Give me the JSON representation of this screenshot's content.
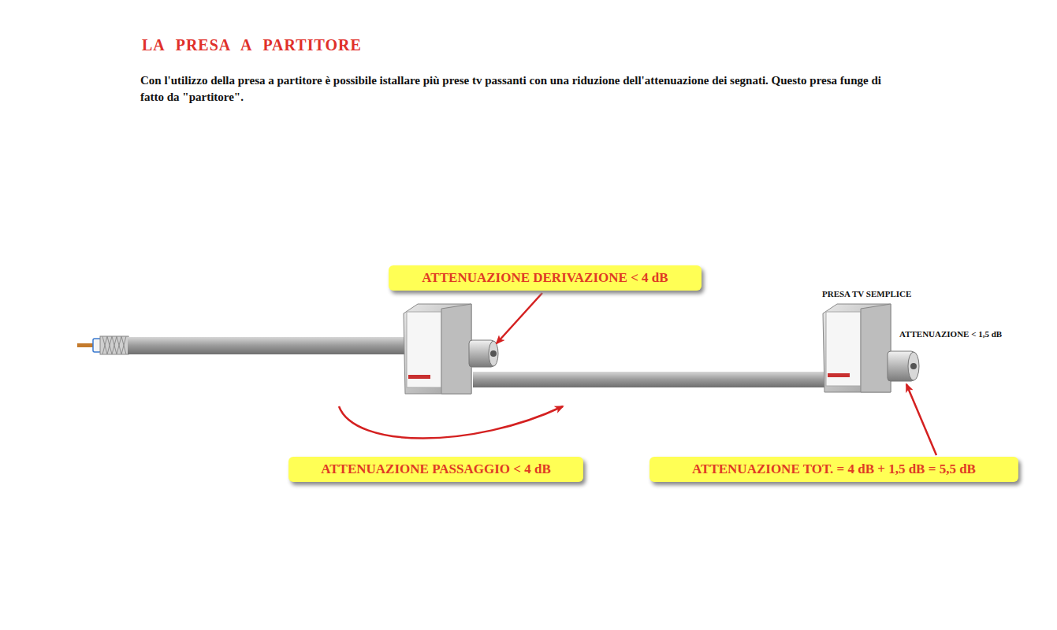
{
  "diagram": {
    "title": "LA PRESA A PARTITORE",
    "nodes": [
      {
        "text": [
          "ATTENUAZIONE DERIVAZIONE < 4 dB"
        ]
      },
      {
        "text": [
          "ATTENUAZIONE PASSAGGIO < 4 dB"
        ]
      },
      {
        "text": [
          "ATTENUAZIONE TOT. = 4 dB + 1,5 dB = 5,5 dB"
        ]
      }
    ],
    "labels": [
      "Con l'utilizzo della presa a partitore è possibile istallare più prese tv passanti con una riduzione dell'attenuazione dei segnati.  Questo presa funge di fatto da \"partitore\".",
      "PRESA TV SEMPLICE",
      "ATTENUAZIONE < 1,5 dB"
    ]
  }
}
